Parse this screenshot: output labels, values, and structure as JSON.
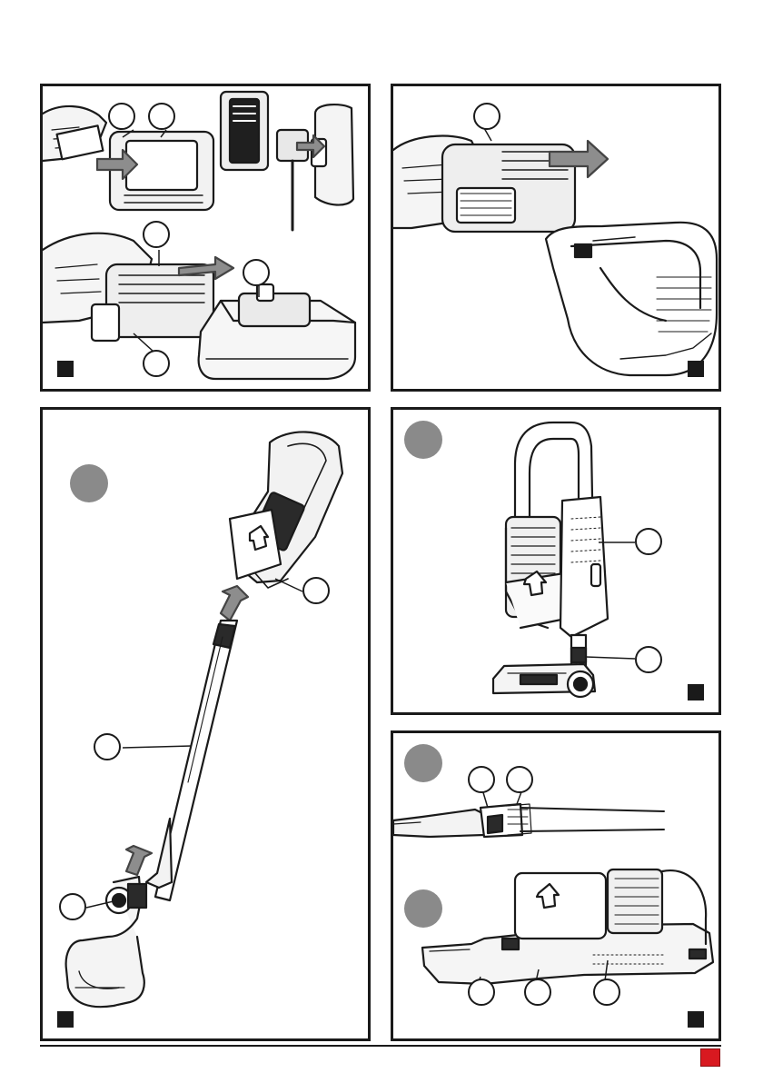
{
  "page": {
    "accent_color": "#d81920",
    "panels": [
      {
        "id": "A",
        "content": "battery-removal-and-charger-illustration"
      },
      {
        "id": "B",
        "content": "battery-insertion-illustration"
      },
      {
        "id": "C",
        "content": "stick-assembly-illustration"
      },
      {
        "id": "D",
        "content": "upright-stand-illustration"
      },
      {
        "id": "E",
        "content": "handheld-accessory-illustration"
      }
    ],
    "icons": [
      "battery-icon",
      "charger-icon",
      "vacuum-icon",
      "arrow-icon",
      "hand-icon"
    ]
  }
}
